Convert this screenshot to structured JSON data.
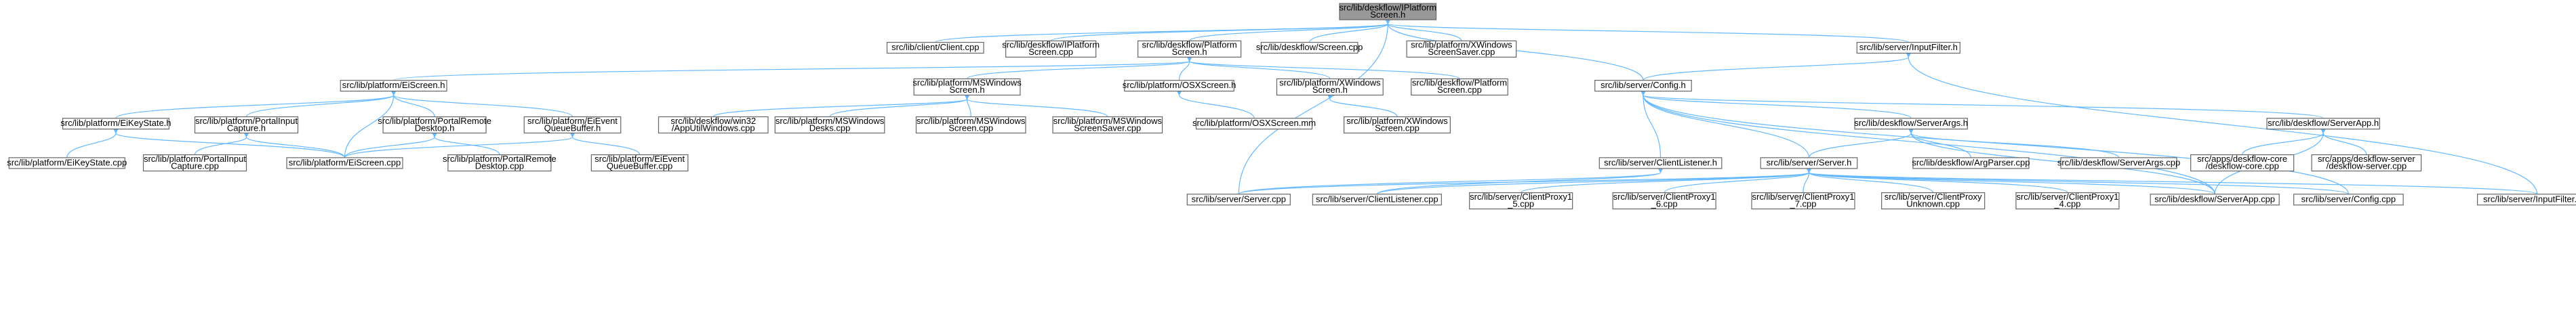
{
  "colors": {
    "edge": "#63b8ff",
    "node_fill": "#ffffff",
    "node_border": "#666666",
    "root_fill": "#999999"
  },
  "nodes": [
    {
      "id": "root",
      "lines": [
        "src/lib/deskflow/IPlatform",
        "Screen.h"
      ],
      "root": true
    },
    {
      "id": "client_cpp",
      "lines": [
        "src/lib/client/Client.cpp"
      ]
    },
    {
      "id": "iplatformscreen_cpp",
      "lines": [
        "src/lib/deskflow/IPlatform",
        "Screen.cpp"
      ]
    },
    {
      "id": "platformscreen_h",
      "lines": [
        "src/lib/deskflow/Platform",
        "Screen.h"
      ]
    },
    {
      "id": "deskflow_screen_cpp",
      "lines": [
        "src/lib/deskflow/Screen.cpp"
      ]
    },
    {
      "id": "xwindows_screensaver_cpp",
      "lines": [
        "src/lib/platform/XWindows",
        "ScreenSaver.cpp"
      ]
    },
    {
      "id": "server_inputfilter_h",
      "lines": [
        "src/lib/server/InputFilter.h"
      ]
    },
    {
      "id": "eiscreen_h",
      "lines": [
        "src/lib/platform/EiScreen.h"
      ]
    },
    {
      "id": "mswindows_screen_h",
      "lines": [
        "src/lib/platform/MSWindows",
        "Screen.h"
      ]
    },
    {
      "id": "osxscreen_h",
      "lines": [
        "src/lib/platform/OSXScreen.h"
      ]
    },
    {
      "id": "xwindows_screen_h",
      "lines": [
        "src/lib/platform/XWindows",
        "Screen.h"
      ]
    },
    {
      "id": "platformscreen_cpp",
      "lines": [
        "src/lib/deskflow/Platform",
        "Screen.cpp"
      ]
    },
    {
      "id": "server_config_h",
      "lines": [
        "src/lib/server/Config.h"
      ]
    },
    {
      "id": "eikeystate_h",
      "lines": [
        "src/lib/platform/EiKeyState.h"
      ]
    },
    {
      "id": "portalinputcapture_h",
      "lines": [
        "src/lib/platform/PortalInput",
        "Capture.h"
      ]
    },
    {
      "id": "portalremotedesktop_h",
      "lines": [
        "src/lib/platform/PortalRemote",
        "Desktop.h"
      ]
    },
    {
      "id": "eieventqueuebuffer_h",
      "lines": [
        "src/lib/platform/EiEvent",
        "QueueBuffer.h"
      ]
    },
    {
      "id": "apputilwindows_cpp",
      "lines": [
        "src/lib/deskflow/win32",
        "/AppUtilWindows.cpp"
      ]
    },
    {
      "id": "mswindowsdesks_cpp",
      "lines": [
        "src/lib/platform/MSWindows",
        "Desks.cpp"
      ]
    },
    {
      "id": "mswindowsscreen_cpp",
      "lines": [
        "src/lib/platform/MSWindows",
        "Screen.cpp"
      ]
    },
    {
      "id": "mswindowsscreensaver_cpp",
      "lines": [
        "src/lib/platform/MSWindows",
        "ScreenSaver.cpp"
      ]
    },
    {
      "id": "osxscreen_mm",
      "lines": [
        "src/lib/platform/OSXScreen.mm"
      ]
    },
    {
      "id": "xwindowsscreen_cpp",
      "lines": [
        "src/lib/platform/XWindows",
        "Screen.cpp"
      ]
    },
    {
      "id": "serverargs_h",
      "lines": [
        "src/lib/deskflow/ServerArgs.h"
      ]
    },
    {
      "id": "serverapp_h",
      "lines": [
        "src/lib/deskflow/ServerApp.h"
      ]
    },
    {
      "id": "eikeystate_cpp",
      "lines": [
        "src/lib/platform/EiKeyState.cpp"
      ]
    },
    {
      "id": "portalinputcapture_cpp",
      "lines": [
        "src/lib/platform/PortalInput",
        "Capture.cpp"
      ]
    },
    {
      "id": "eiscreen_cpp",
      "lines": [
        "src/lib/platform/EiScreen.cpp"
      ]
    },
    {
      "id": "portalremotedesktop_cpp",
      "lines": [
        "src/lib/platform/PortalRemote",
        "Desktop.cpp"
      ]
    },
    {
      "id": "eieventqueuebuffer_cpp",
      "lines": [
        "src/lib/platform/EiEvent",
        "QueueBuffer.cpp"
      ]
    },
    {
      "id": "clientlistener_h",
      "lines": [
        "src/lib/server/ClientListener.h"
      ]
    },
    {
      "id": "server_h",
      "lines": [
        "src/lib/server/Server.h"
      ]
    },
    {
      "id": "argparser_cpp",
      "lines": [
        "src/lib/deskflow/ArgParser.cpp"
      ]
    },
    {
      "id": "serverargs_cpp",
      "lines": [
        "src/lib/deskflow/ServerArgs.cpp"
      ]
    },
    {
      "id": "deskflow_core_cpp",
      "lines": [
        "src/apps/deskflow-core",
        "/deskflow-core.cpp"
      ]
    },
    {
      "id": "deskflow_server_cpp",
      "lines": [
        "src/apps/deskflow-server",
        "/deskflow-server.cpp"
      ]
    },
    {
      "id": "server_cpp",
      "lines": [
        "src/lib/server/Server.cpp"
      ]
    },
    {
      "id": "clientlistener_cpp",
      "lines": [
        "src/lib/server/ClientListener.cpp"
      ]
    },
    {
      "id": "clientproxy1_5_cpp",
      "lines": [
        "src/lib/server/ClientProxy1",
        "_5.cpp"
      ]
    },
    {
      "id": "clientproxy1_6_cpp",
      "lines": [
        "src/lib/server/ClientProxy1",
        "_6.cpp"
      ]
    },
    {
      "id": "clientproxy1_7_cpp",
      "lines": [
        "src/lib/server/ClientProxy1",
        "_7.cpp"
      ]
    },
    {
      "id": "clientproxyunknown_cpp",
      "lines": [
        "src/lib/server/ClientProxy",
        "Unknown.cpp"
      ]
    },
    {
      "id": "clientproxy1_4_cpp",
      "lines": [
        "src/lib/server/ClientProxy1",
        "_4.cpp"
      ]
    },
    {
      "id": "serverapp_cpp",
      "lines": [
        "src/lib/deskflow/ServerApp.cpp"
      ]
    },
    {
      "id": "server_config_cpp",
      "lines": [
        "src/lib/server/Config.cpp"
      ]
    },
    {
      "id": "inputfilter_cpp",
      "lines": [
        "src/lib/server/InputFilter.cpp"
      ]
    }
  ],
  "edges": [
    [
      "root",
      "client_cpp"
    ],
    [
      "root",
      "iplatformscreen_cpp"
    ],
    [
      "root",
      "platformscreen_h"
    ],
    [
      "root",
      "deskflow_screen_cpp"
    ],
    [
      "root",
      "xwindows_screensaver_cpp"
    ],
    [
      "root",
      "server_inputfilter_h"
    ],
    [
      "root",
      "server_config_h"
    ],
    [
      "root",
      "server_cpp"
    ],
    [
      "platformscreen_h",
      "eiscreen_h"
    ],
    [
      "platformscreen_h",
      "mswindows_screen_h"
    ],
    [
      "platformscreen_h",
      "osxscreen_h"
    ],
    [
      "platformscreen_h",
      "xwindows_screen_h"
    ],
    [
      "platformscreen_h",
      "platformscreen_cpp"
    ],
    [
      "server_inputfilter_h",
      "server_config_h"
    ],
    [
      "server_inputfilter_h",
      "inputfilter_cpp"
    ],
    [
      "eiscreen_h",
      "eikeystate_h"
    ],
    [
      "eiscreen_h",
      "portalinputcapture_h"
    ],
    [
      "eiscreen_h",
      "portalremotedesktop_h"
    ],
    [
      "eiscreen_h",
      "eieventqueuebuffer_h"
    ],
    [
      "eiscreen_h",
      "eiscreen_cpp"
    ],
    [
      "mswindows_screen_h",
      "apputilwindows_cpp"
    ],
    [
      "mswindows_screen_h",
      "mswindowsdesks_cpp"
    ],
    [
      "mswindows_screen_h",
      "mswindowsscreen_cpp"
    ],
    [
      "mswindows_screen_h",
      "mswindowsscreensaver_cpp"
    ],
    [
      "osxscreen_h",
      "osxscreen_mm"
    ],
    [
      "xwindows_screen_h",
      "xwindowsscreen_cpp"
    ],
    [
      "server_config_h",
      "clientlistener_h"
    ],
    [
      "server_config_h",
      "serverargs_h"
    ],
    [
      "server_config_h",
      "server_h"
    ],
    [
      "server_config_h",
      "serverapp_h"
    ],
    [
      "server_config_h",
      "serverapp_cpp"
    ],
    [
      "server_config_h",
      "server_config_cpp"
    ],
    [
      "eikeystate_h",
      "eikeystate_cpp"
    ],
    [
      "eikeystate_h",
      "eiscreen_cpp"
    ],
    [
      "portalinputcapture_h",
      "portalinputcapture_cpp"
    ],
    [
      "portalinputcapture_h",
      "eiscreen_cpp"
    ],
    [
      "portalremotedesktop_h",
      "eiscreen_cpp"
    ],
    [
      "portalremotedesktop_h",
      "portalremotedesktop_cpp"
    ],
    [
      "eieventqueuebuffer_h",
      "eiscreen_cpp"
    ],
    [
      "eieventqueuebuffer_h",
      "eieventqueuebuffer_cpp"
    ],
    [
      "serverargs_h",
      "server_h"
    ],
    [
      "serverargs_h",
      "argparser_cpp"
    ],
    [
      "serverargs_h",
      "serverargs_cpp"
    ],
    [
      "serverargs_h",
      "serverapp_cpp"
    ],
    [
      "serverapp_h",
      "deskflow_core_cpp"
    ],
    [
      "serverapp_h",
      "deskflow_server_cpp"
    ],
    [
      "serverapp_h",
      "serverapp_cpp"
    ],
    [
      "clientlistener_h",
      "server_cpp"
    ],
    [
      "clientlistener_h",
      "clientlistener_cpp"
    ],
    [
      "server_h",
      "server_cpp"
    ],
    [
      "server_h",
      "clientlistener_cpp"
    ],
    [
      "server_h",
      "clientproxy1_5_cpp"
    ],
    [
      "server_h",
      "clientproxy1_6_cpp"
    ],
    [
      "server_h",
      "clientproxy1_7_cpp"
    ],
    [
      "server_h",
      "clientproxyunknown_cpp"
    ],
    [
      "server_h",
      "clientproxy1_4_cpp"
    ],
    [
      "server_h",
      "serverapp_cpp"
    ],
    [
      "server_h",
      "server_config_cpp"
    ],
    [
      "server_h",
      "inputfilter_cpp"
    ]
  ]
}
